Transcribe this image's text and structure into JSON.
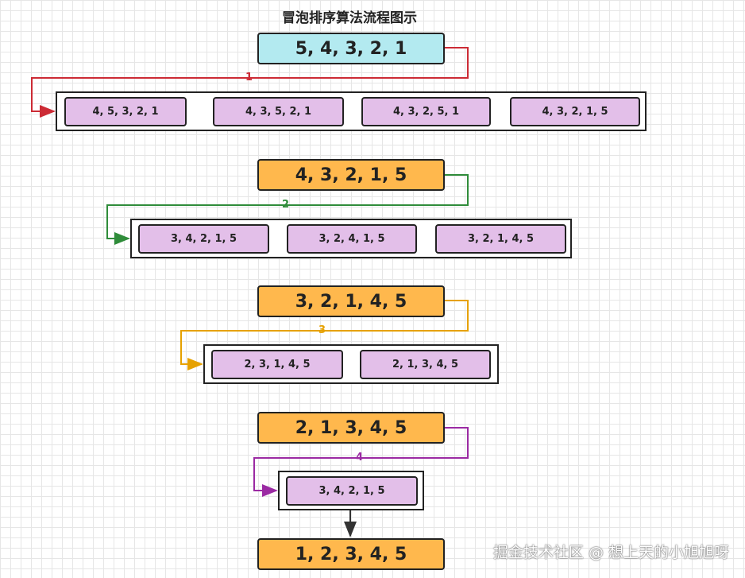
{
  "title": "冒泡排序算法流程图示",
  "start": "5, 4, 3, 2, 1",
  "rounds": [
    {
      "label": "1",
      "color": "#cc2b35",
      "steps": [
        "4, 5, 3, 2, 1",
        "4, 3, 5, 2, 1",
        "4, 3, 2, 5, 1",
        "4, 3, 2, 1, 5"
      ]
    },
    {
      "label": "2",
      "color": "#2f8c3a",
      "result": "4, 3, 2, 1, 5",
      "steps": [
        "3, 4, 2, 1, 5",
        "3, 2, 4, 1, 5",
        "3, 2, 1, 4, 5"
      ]
    },
    {
      "label": "3",
      "color": "#e6a100",
      "result": "3, 2, 1, 4, 5",
      "steps": [
        "2, 3, 1, 4, 5",
        "2, 1, 3, 4, 5"
      ]
    },
    {
      "label": "4",
      "color": "#9b2aa3",
      "result": "2, 1, 3, 4, 5",
      "steps": [
        "3, 4, 2, 1, 5"
      ]
    }
  ],
  "final": "1, 2, 3, 4, 5",
  "watermark": "掘金技术社区 @ 想上天的小旭旭呀",
  "colors": {
    "start_fill": "#b3eaf0",
    "result_fill": "#ffb84d",
    "step_fill": "#e3bfe9"
  }
}
